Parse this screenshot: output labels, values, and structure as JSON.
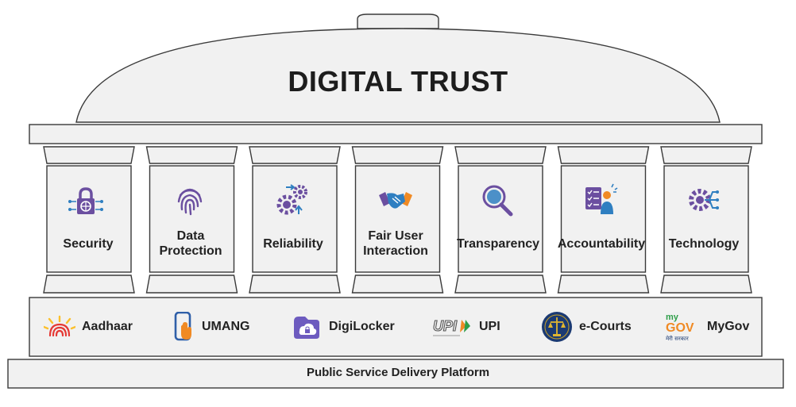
{
  "title": "DIGITAL TRUST",
  "pillars": [
    {
      "label": "Security",
      "icon": "security-lock-icon"
    },
    {
      "label": "Data Protection",
      "icon": "fingerprint-icon"
    },
    {
      "label": "Reliability",
      "icon": "gears-icon"
    },
    {
      "label": "Fair User Interaction",
      "icon": "handshake-icon"
    },
    {
      "label": "Transparency",
      "icon": "magnifier-icon"
    },
    {
      "label": "Accountability",
      "icon": "checklist-person-icon"
    },
    {
      "label": "Technology",
      "icon": "tech-gear-icon"
    }
  ],
  "platforms": [
    {
      "name": "Aadhaar",
      "icon": "aadhaar-logo-icon"
    },
    {
      "name": "UMANG",
      "icon": "umang-logo-icon"
    },
    {
      "name": "DigiLocker",
      "icon": "digilocker-logo-icon"
    },
    {
      "name": "UPI",
      "icon": "upi-logo-icon"
    },
    {
      "name": "e-Courts",
      "icon": "ecourts-logo-icon"
    },
    {
      "name": "MyGov",
      "icon": "mygov-logo-icon"
    }
  ],
  "logo_text": {
    "upi": "UPI",
    "mygov_top": "my",
    "mygov_mid": "GOV",
    "mygov_sub": "मेरी सरकार"
  },
  "base_label": "Public Service Delivery Platform",
  "colors": {
    "structure_fill": "#f1f1f1",
    "structure_stroke": "#3a3a3a",
    "icon_purple": "#6b4fa0",
    "icon_blue": "#2f7fc1",
    "icon_orange": "#f08a24"
  }
}
